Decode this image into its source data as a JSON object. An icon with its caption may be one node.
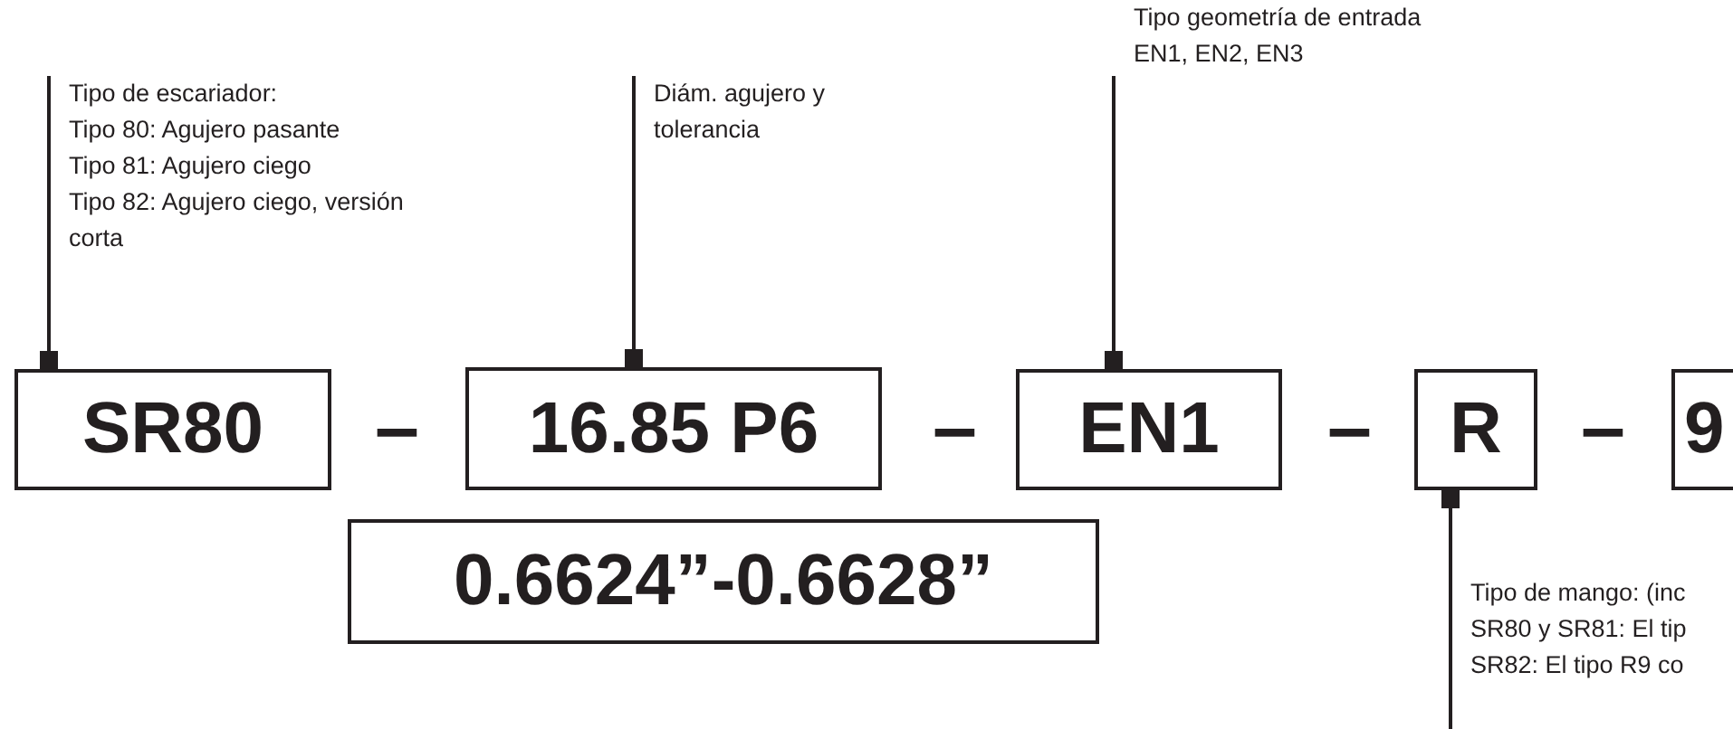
{
  "diagram": {
    "nodes": [
      {
        "text": [
          "Tipo de escariador:",
          "Tipo 80: Agujero pasante",
          "Tipo 81: Agujero ciego",
          "Tipo 82: Agujero ciego, versión corta"
        ]
      },
      {
        "text": [
          "Diám. agujero y tolerancia"
        ]
      },
      {
        "text": [
          "Tipo geometría de entrada",
          "EN1, EN2, EN3"
        ]
      },
      {
        "text": [
          "SR80"
        ]
      },
      {
        "text": [
          "16.85 P6"
        ]
      },
      {
        "text": [
          "EN1"
        ]
      },
      {
        "text": [
          "R"
        ]
      },
      {
        "text": [
          "9"
        ]
      },
      {
        "text": [
          "0.6624”-0.6628”"
        ]
      },
      {
        "text": [
          "Tipo de mango: (inc",
          "SR80 y SR81: El tip",
          "SR82: El tipo R9 co"
        ]
      }
    ],
    "edges": [
      {
        "from": 0,
        "to": 3,
        "arrow": "other"
      },
      {
        "from": 1,
        "to": 4,
        "arrow": "other"
      },
      {
        "from": 2,
        "to": 5,
        "arrow": "other"
      },
      {
        "from": 9,
        "to": 6,
        "arrow": "other"
      }
    ],
    "labels": [
      "–",
      "–",
      "–",
      "–"
    ]
  }
}
